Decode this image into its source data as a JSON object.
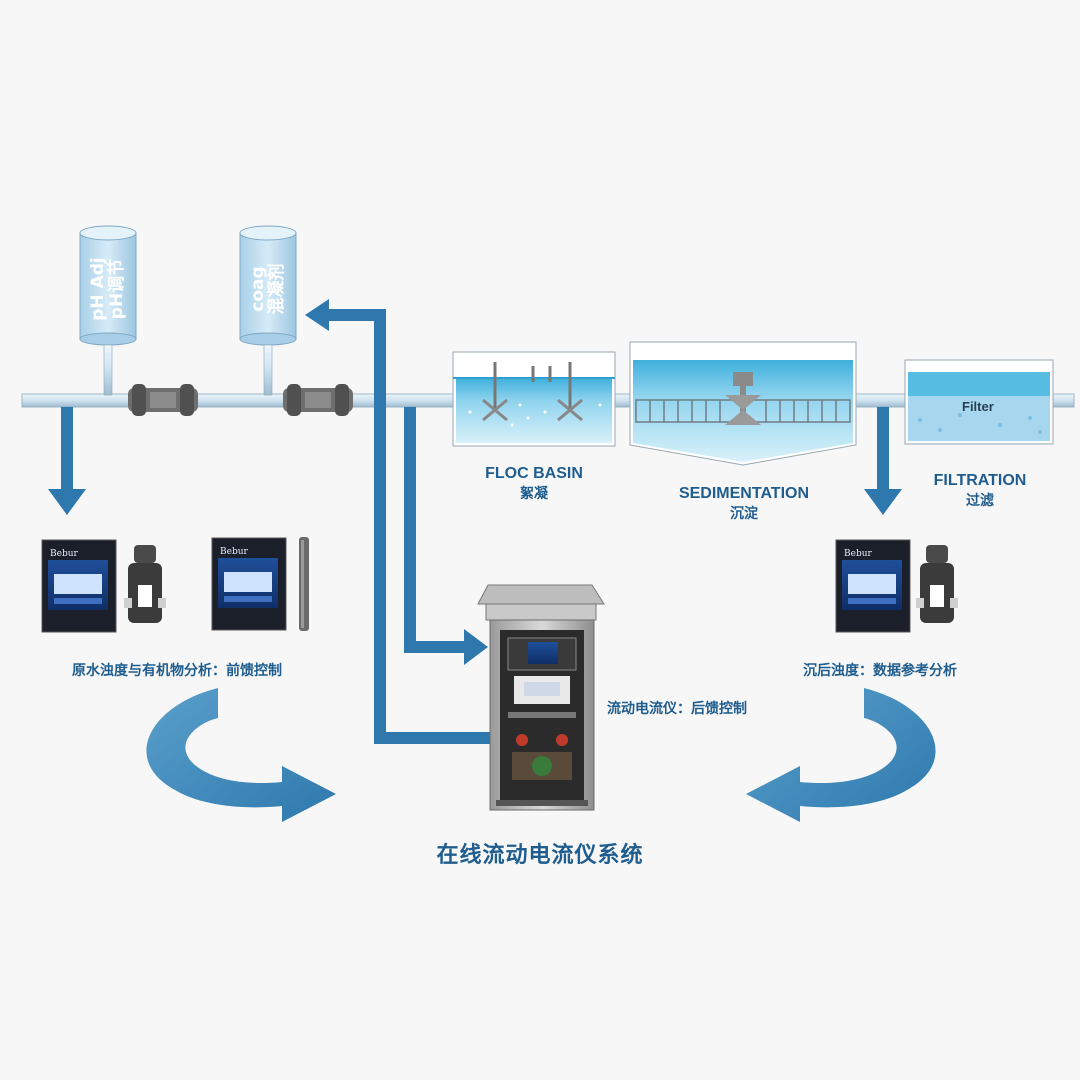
{
  "tanks": {
    "ph": {
      "line1": "pH Adj",
      "line2": "pH调节"
    },
    "coag": {
      "line1": "coag",
      "line2": "混凝剂"
    }
  },
  "stages": {
    "floc": {
      "en": "FLOC BASIN",
      "cn": "絮凝"
    },
    "sedimentation": {
      "en": "SEDIMENTATION",
      "cn": "沉淀"
    },
    "filtration": {
      "en": "FILTRATION",
      "cn": "过滤",
      "media_label": "Filter"
    }
  },
  "instruments": {
    "brand": "Bebur",
    "left_caption": "原水浊度与有机物分析：前馈控制",
    "cabinet_caption": "流动电流仪：后馈控制",
    "right_caption": "沉后浊度：数据参考分析"
  },
  "title": "在线流动电流仪系统",
  "colors": {
    "accent": "#2e78ad",
    "text": "#1f5d8f",
    "water": "#6fc6e6",
    "pipe": "#cfe2ef"
  }
}
